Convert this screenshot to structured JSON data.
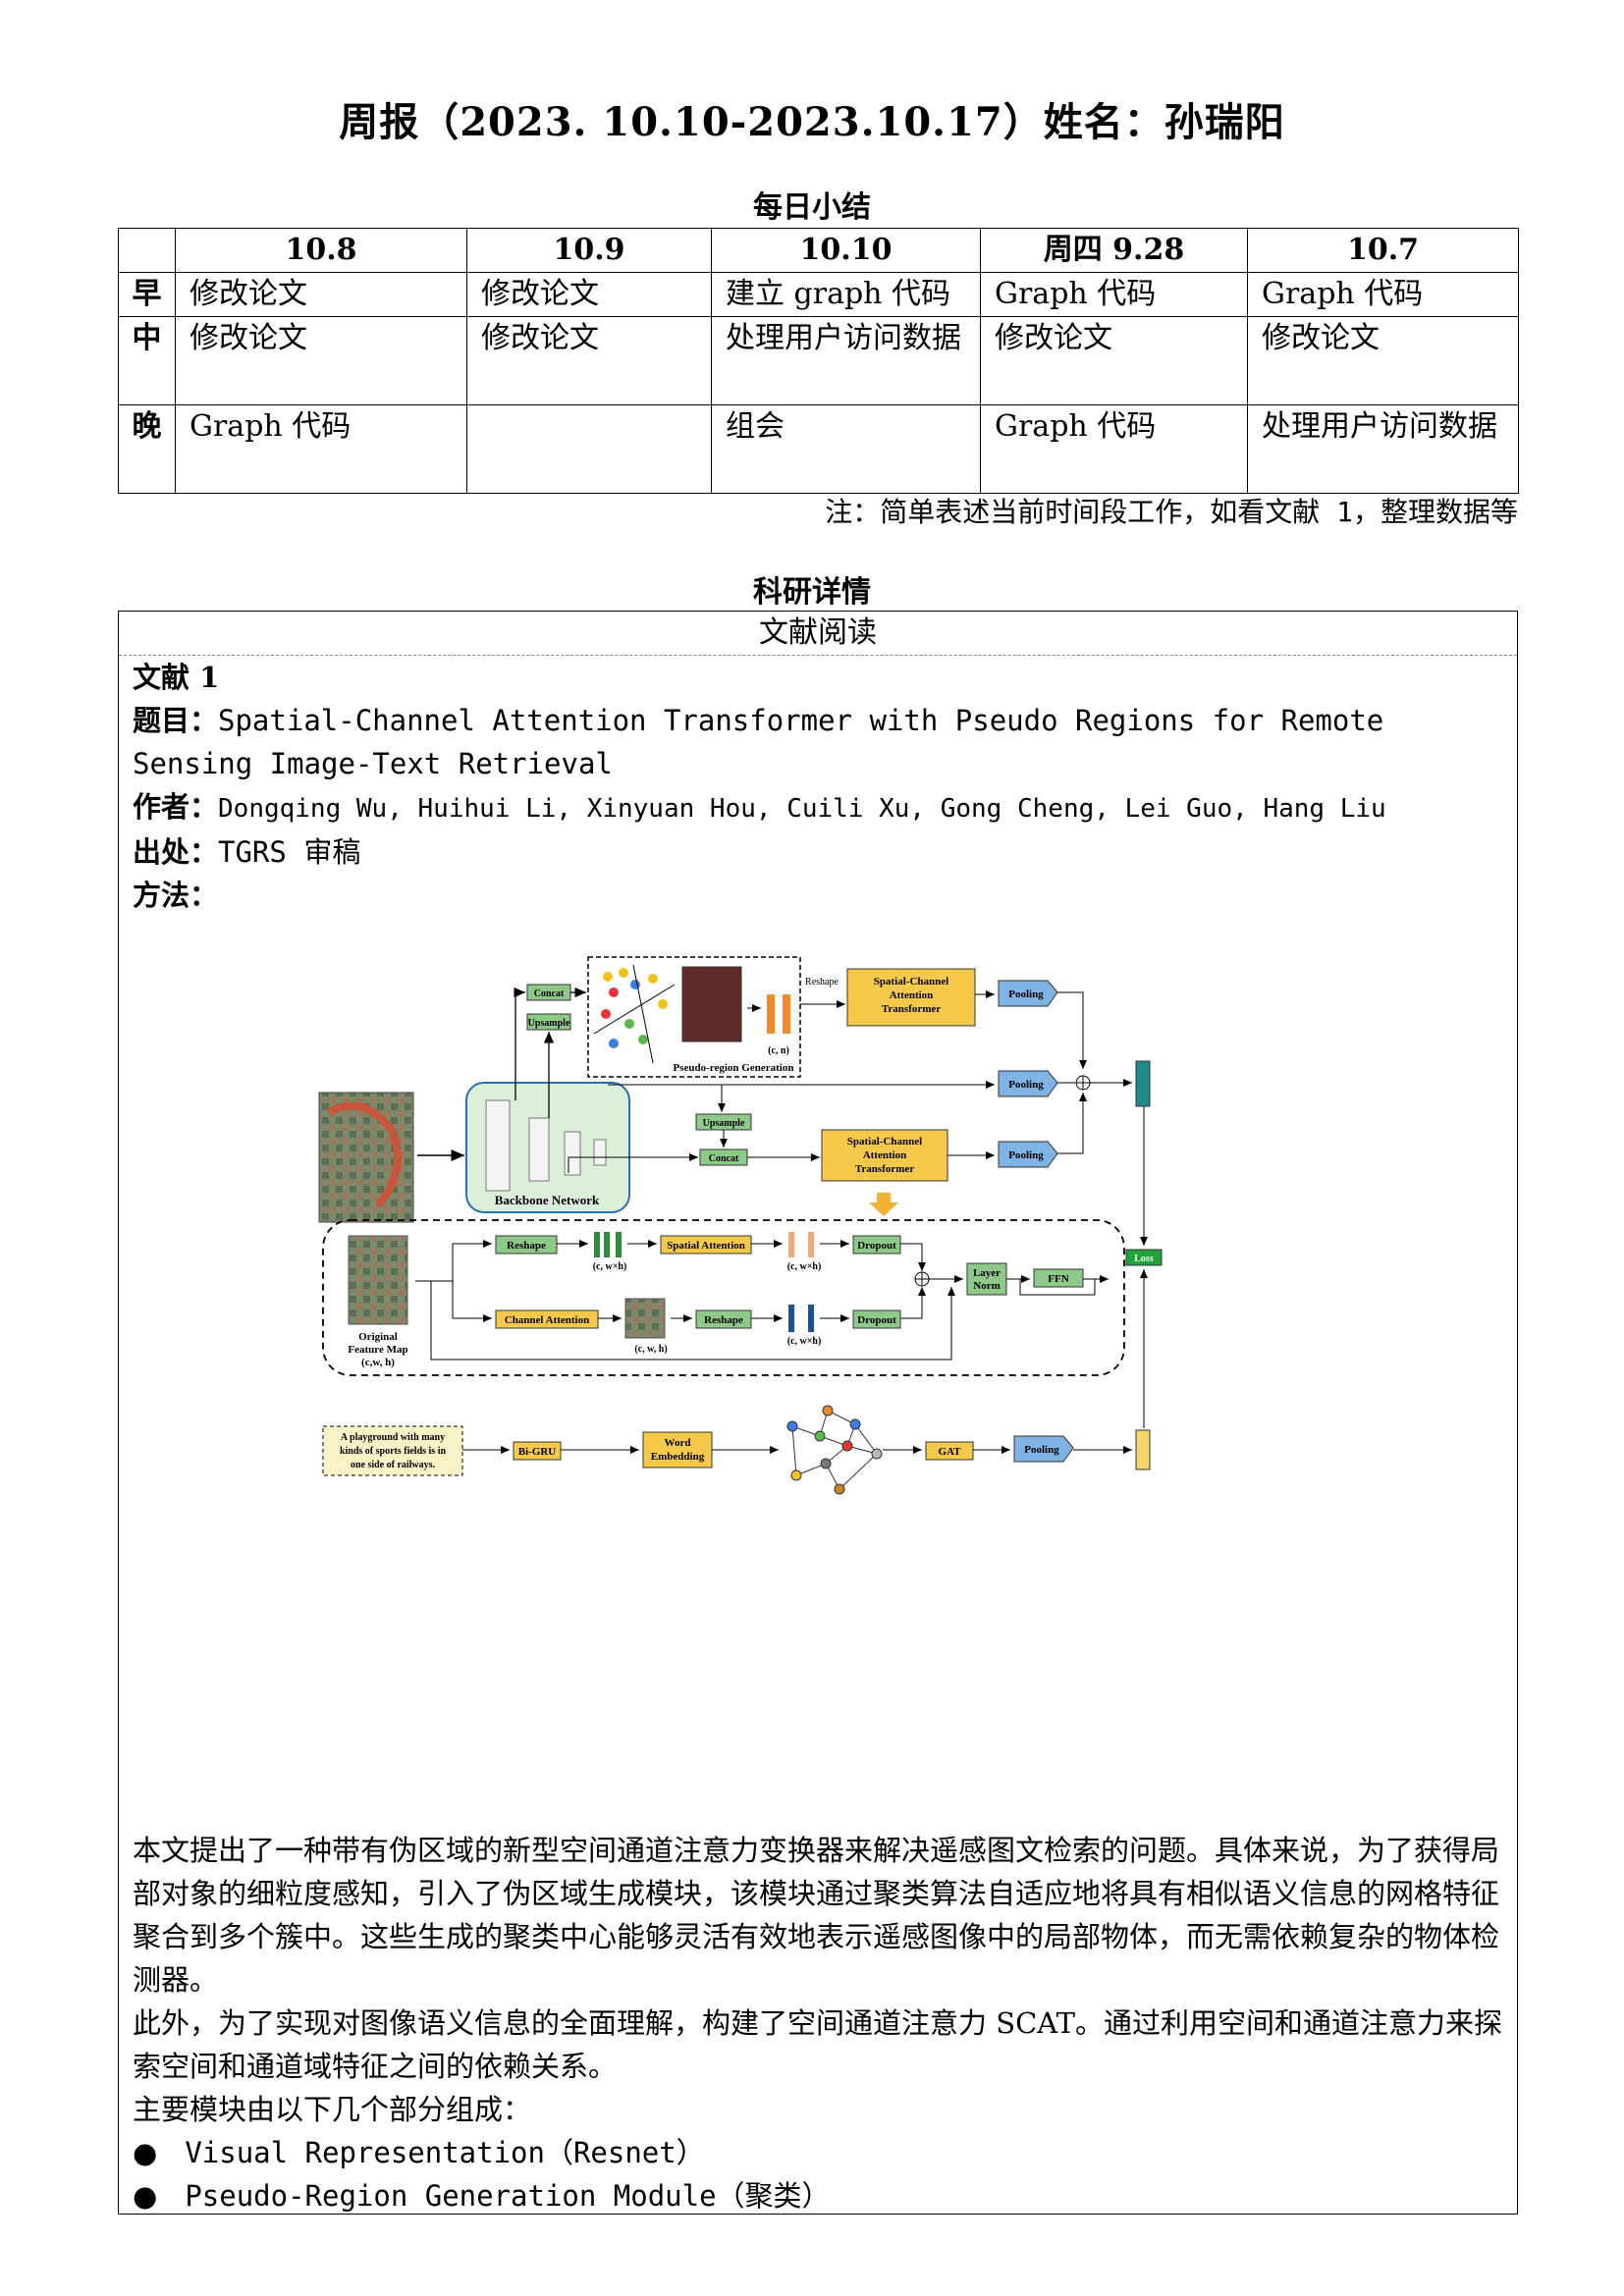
{
  "header": {
    "title": "周报（2023. 10.10-2023.10.17）姓名：孙瑞阳"
  },
  "daily": {
    "section_title": "每日小结",
    "columns": [
      "",
      "10.8",
      "10.9",
      "10.10",
      "周四 9.28",
      "10.7"
    ],
    "rows": [
      {
        "label": "早",
        "cells": [
          "修改论文",
          "修改论文",
          "建立 graph 代码",
          "Graph 代码",
          "Graph 代码"
        ]
      },
      {
        "label": "中",
        "cells": [
          "修改论文",
          "修改论文",
          "处理用户访问数据",
          "修改论文",
          "修改论文"
        ]
      },
      {
        "label": "晚",
        "cells": [
          "Graph 代码",
          "",
          "组会",
          "Graph 代码",
          "处理用户访问数据"
        ]
      }
    ],
    "note": "注：简单表述当前时间段工作，如看文献 1，整理数据等"
  },
  "research": {
    "section_title": "科研详情",
    "box_header": "文献阅读",
    "paper_no": "文献 1",
    "title_label": "题目：",
    "title_value": "Spatial-Channel Attention Transformer with Pseudo Regions for Remote Sensing Image-Text Retrieval",
    "authors_label": "作者：",
    "authors_value": "Dongqing Wu, Huihui Li, Xinyuan Hou, Cuili Xu, Gong Cheng, Lei Guo, Hang Liu",
    "source_label": "出处：",
    "source_value": "TGRS 审稿",
    "method_label": "方法：",
    "figure": {
      "concat1": "Concat",
      "upsample1": "Upsample",
      "reshape_top": "Reshape",
      "prg": "Pseudo-region Generation",
      "cn": "(c, n)",
      "scat1_l1": "Spatial-Channel",
      "scat1_l2": "Attention",
      "scat1_l3": "Transformer",
      "pooling": "Pooling",
      "backbone": "Backbone Network",
      "upsample2": "Upsample",
      "concat2": "Concat",
      "scat2_l1": "Spatial-Channel",
      "scat2_l2": "Attention",
      "scat2_l3": "Transformer",
      "reshape": "Reshape",
      "spatial_attention": "Spatial Attention",
      "dropout": "Dropout",
      "cwh_top1": "(c, w×h)",
      "cwh_top2": "(c, w×h)",
      "channel_attention": "Channel Attention",
      "cwh_mid": "(c, w, h)",
      "cwh_bottom": "(c, w×h)",
      "layer_norm_l1": "Layer",
      "layer_norm_l2": "Norm",
      "ffn": "FFN",
      "loss": "Loss",
      "orig_l1": "Original",
      "orig_l2": "Feature Map",
      "orig_l3": "(c,w, h)",
      "caption_l1": "A playground with many",
      "caption_l2": "kinds of sports fields is in",
      "caption_l3": "one side of railways.",
      "bigru": "Bi-GRU",
      "word_l1": "Word",
      "word_l2": "Embedding",
      "gat": "GAT"
    },
    "paragraphs": [
      "本文提出了一种带有伪区域的新型空间通道注意力变换器来解决遥感图文检索的问题。具体来说，为了获得局部对象的细粒度感知，引入了伪区域生成模块，该模块通过聚类算法自适应地将具有相似语义信息的网格特征聚合到多个簇中。这些生成的聚类中心能够灵活有效地表示遥感图像中的局部物体，而无需依赖复杂的物体检测器。",
      "此外，为了实现对图像语义信息的全面理解，构建了空间通道注意力 SCAT。通过利用空间和通道注意力来探索空间和通道域特征之间的依赖关系。",
      "主要模块由以下几个部分组成："
    ],
    "bullets": [
      "Visual Representation（Resnet）",
      "Pseudo-Region Generation Module（聚类）"
    ],
    "colors": {
      "yellow_box": "#f6c94a",
      "green_box": "#8fc98a",
      "pooling": "#7fb3e6",
      "loss": "#1fa33a"
    }
  }
}
